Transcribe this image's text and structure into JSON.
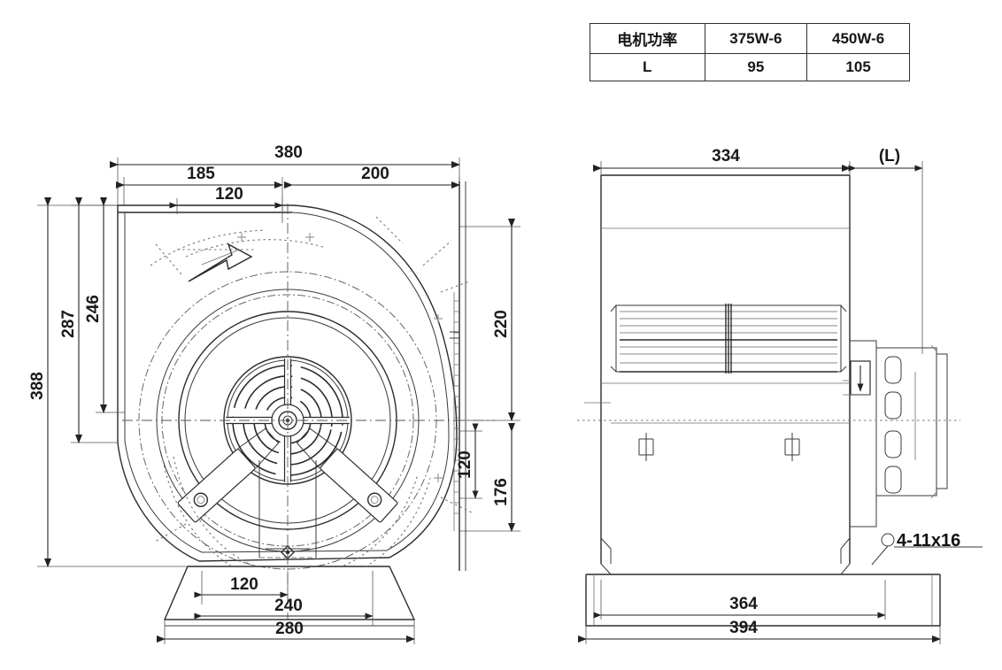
{
  "document": {
    "type": "engineering-drawing",
    "subject": "centrifugal blower (forward-curved double-inlet fan)",
    "views": [
      "front-view",
      "side-view"
    ]
  },
  "spec_table": {
    "rows": [
      {
        "label": "电机功率",
        "values": [
          "375W-6",
          "450W-6"
        ]
      },
      {
        "label": "L",
        "values": [
          "95",
          "105"
        ]
      }
    ]
  },
  "front_view": {
    "dimensions_top": [
      "380",
      "185",
      "200",
      "120"
    ],
    "dimensions_left": [
      "388",
      "287",
      "246"
    ],
    "dimensions_right": [
      "220",
      "120",
      "176"
    ],
    "dimensions_bottom": [
      "120",
      "240",
      "280"
    ],
    "d380": "380",
    "d185": "185",
    "d200": "200",
    "d120_top": "120",
    "d388": "388",
    "d287": "287",
    "d246": "246",
    "d220": "220",
    "d120_right": "120",
    "d176": "176",
    "d120_bottom": "120",
    "d240": "240",
    "d280": "280"
  },
  "side_view": {
    "dimensions_top": [
      "334",
      "(L)"
    ],
    "dimensions_bottom": [
      "364",
      "394"
    ],
    "d334": "334",
    "dL": "(L)",
    "d364": "364",
    "d394": "394",
    "hole_callout": "4-11x16"
  },
  "colors": {
    "line": "#2b2b2b",
    "dimension": "#222222",
    "construction": "#777777",
    "background": "#ffffff"
  }
}
